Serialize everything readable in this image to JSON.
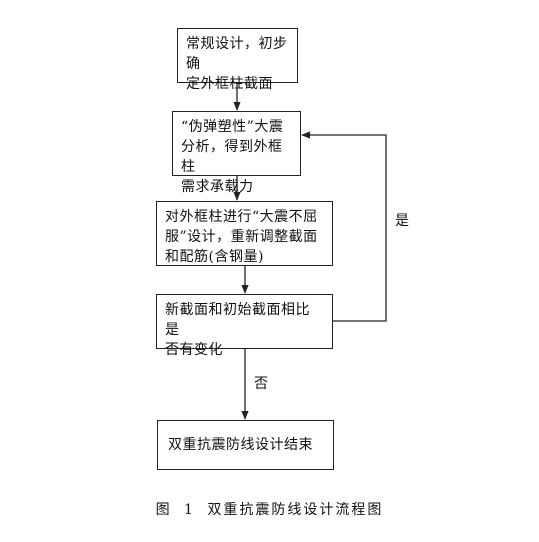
{
  "nodes": {
    "n1": "常规设计，初步确\n定外框柱截面",
    "n2": "“伪弹塑性”大震\n分析，得到外框柱\n需求承载力",
    "n3": "对外框柱进行“大震不屈\n服”设计，重新调整截面\n和配筋(含钢量)",
    "n4": "新截面和初始截面相比是\n否有变化",
    "n5": "双重抗震防线设计结束"
  },
  "edges": {
    "yes": "是",
    "no": "否"
  },
  "caption": "图 1   双重抗震防线设计流程图"
}
